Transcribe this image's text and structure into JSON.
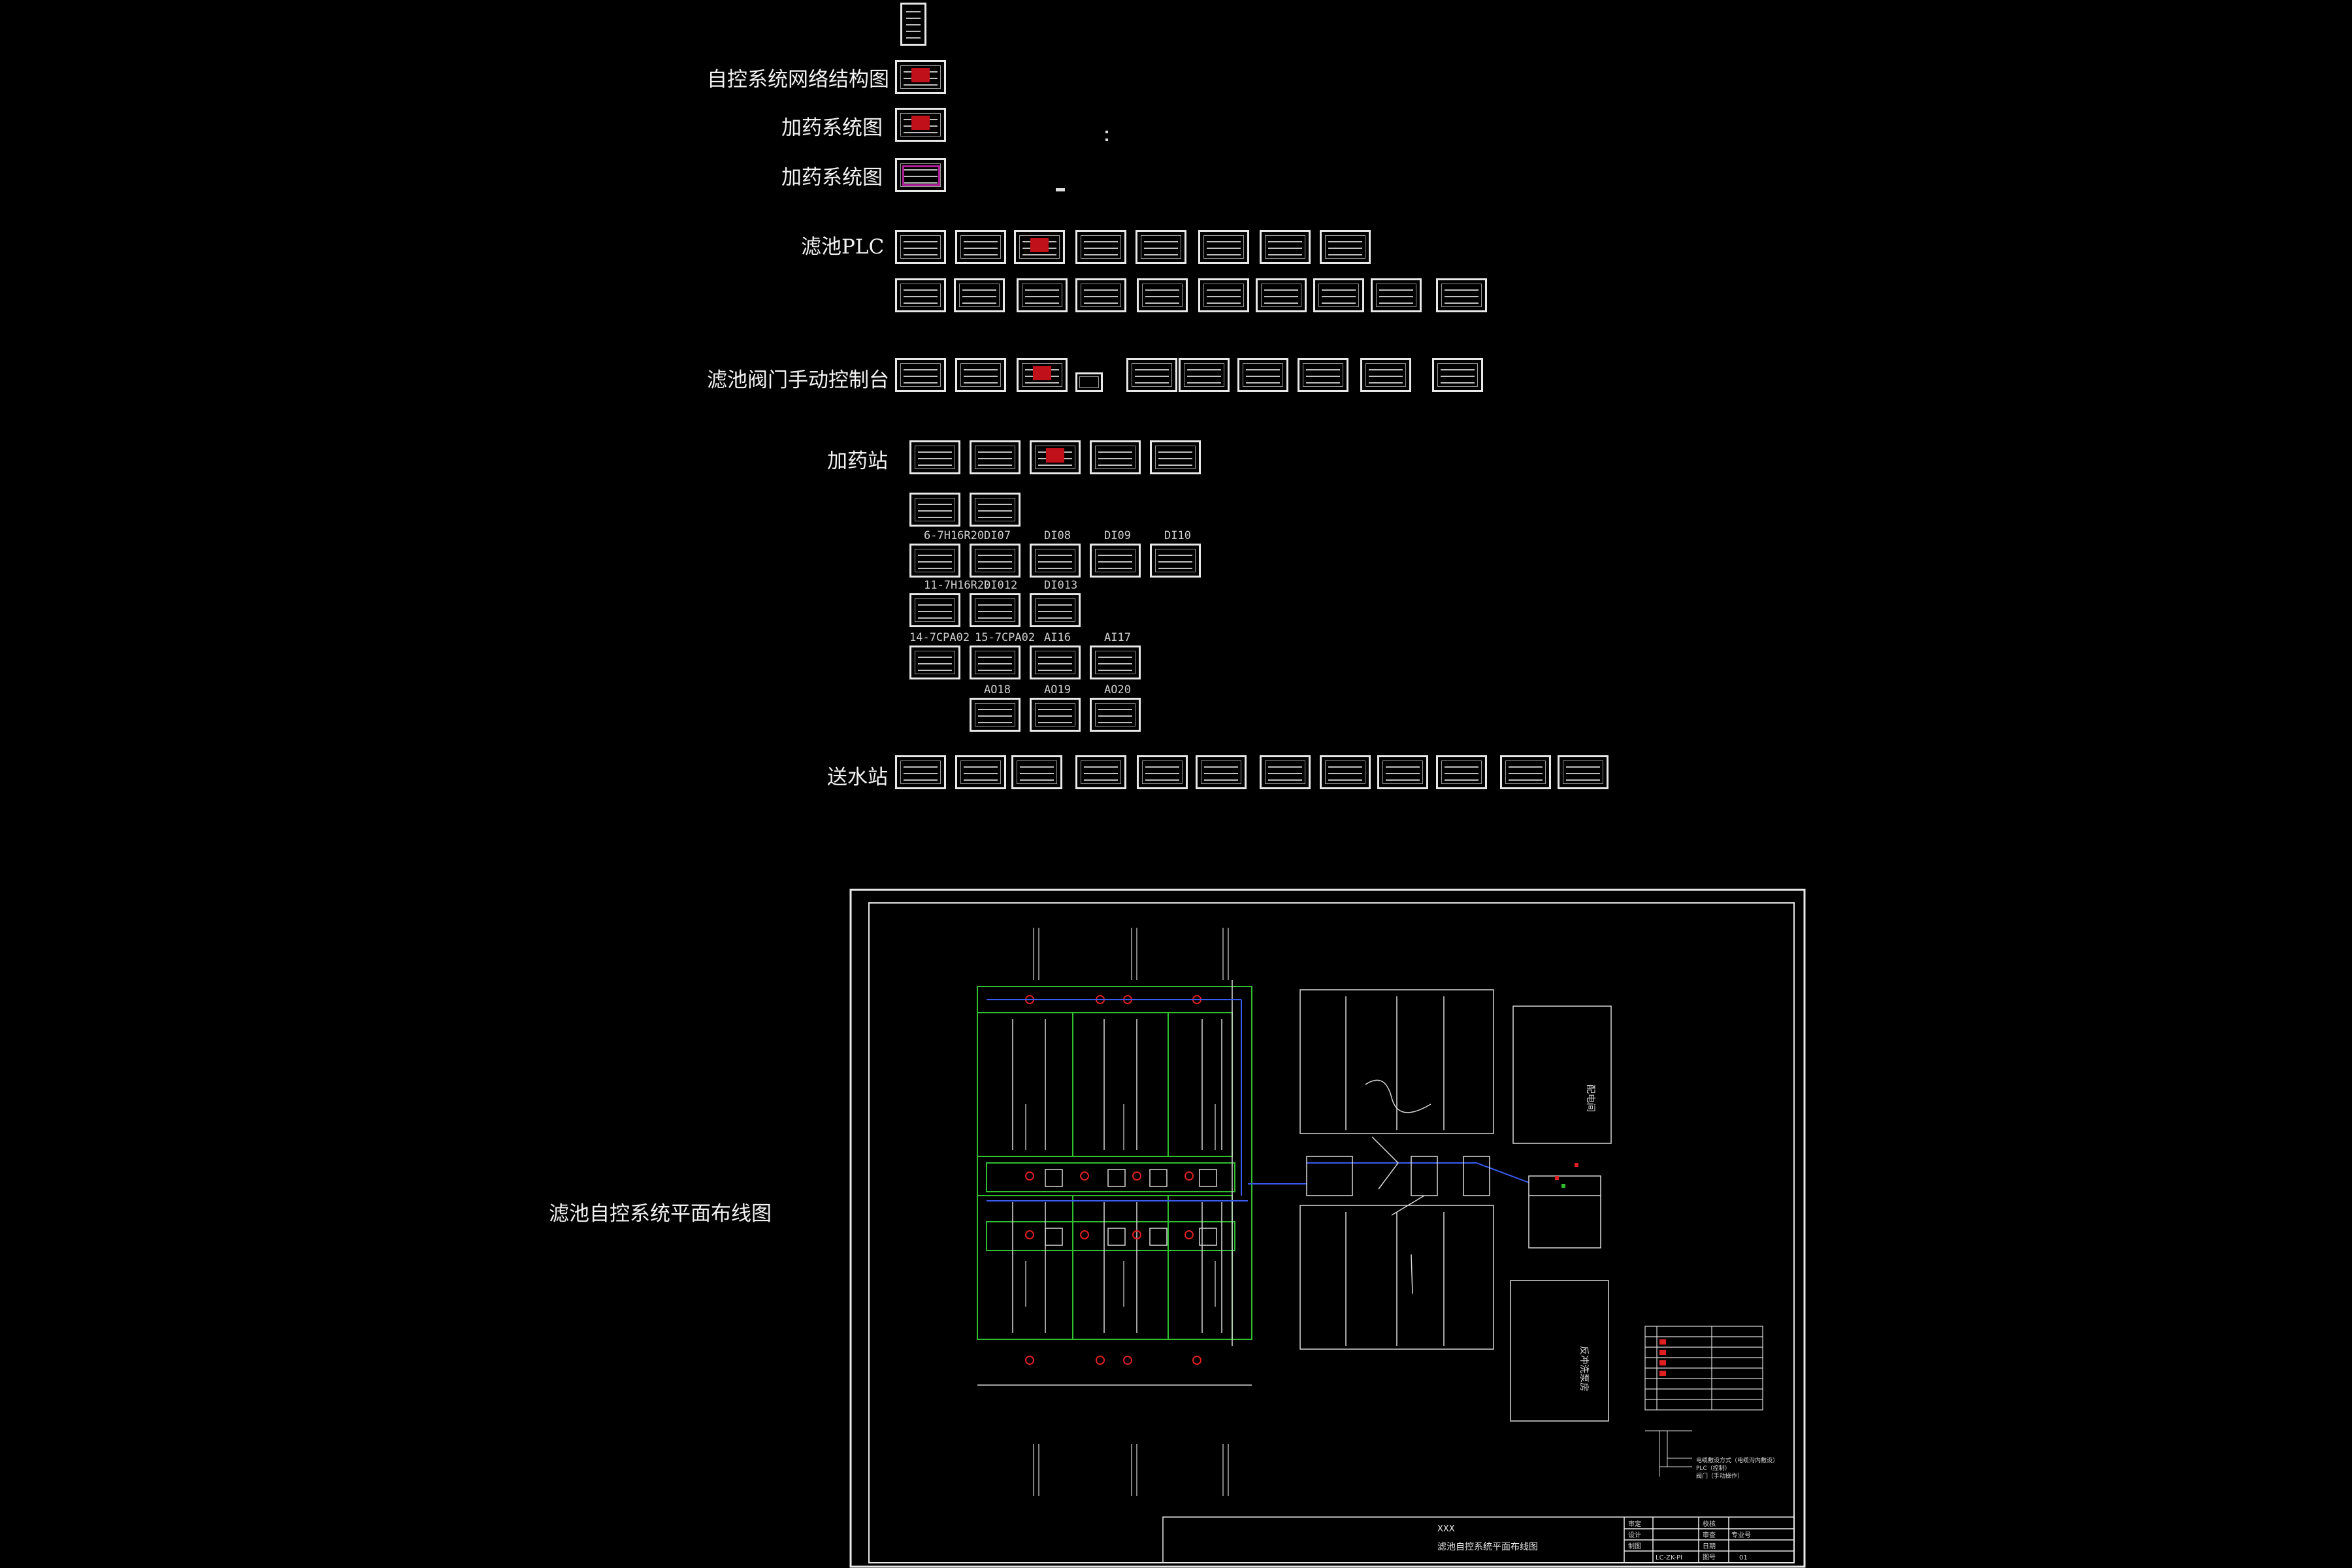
{
  "labels": {
    "network": "自控系统网络结构图",
    "dosing1": "加药系统图",
    "dosing2": "加药系统图",
    "filter_plc": "滤池PLC",
    "valve_console": "滤池阀门手动控制台",
    "dosing_station": "加药站",
    "water_station": "送水站",
    "layout_plan": "滤池自控系统平面布线图"
  },
  "dosing_captions": [
    "6-7H16R20",
    "DI07",
    "DI08",
    "DI09",
    "DI10",
    "11-7H16R20",
    "DI012",
    "DI013",
    "14-7CPA02",
    "15-7CPA02",
    "AI16",
    "AI17",
    "AO18",
    "AO19",
    "AO20"
  ],
  "title_block": {
    "project": "XXX",
    "drawing_title": "滤池自控系统平面布线图",
    "drawing_no": "LC-ZK-PI",
    "sheet": "01",
    "roles": [
      "审定",
      "设计",
      "制图",
      "校核",
      "审查",
      "日期",
      "图号",
      "专业号"
    ]
  },
  "room_labels": {
    "top_right": "配电间",
    "bottom_right": "反冲洗泵房"
  },
  "legend_note_lines": [
    "电缆敷设方式（电缆沟内敷设）",
    "PLC（控制）",
    "阀门（手动操作）"
  ]
}
